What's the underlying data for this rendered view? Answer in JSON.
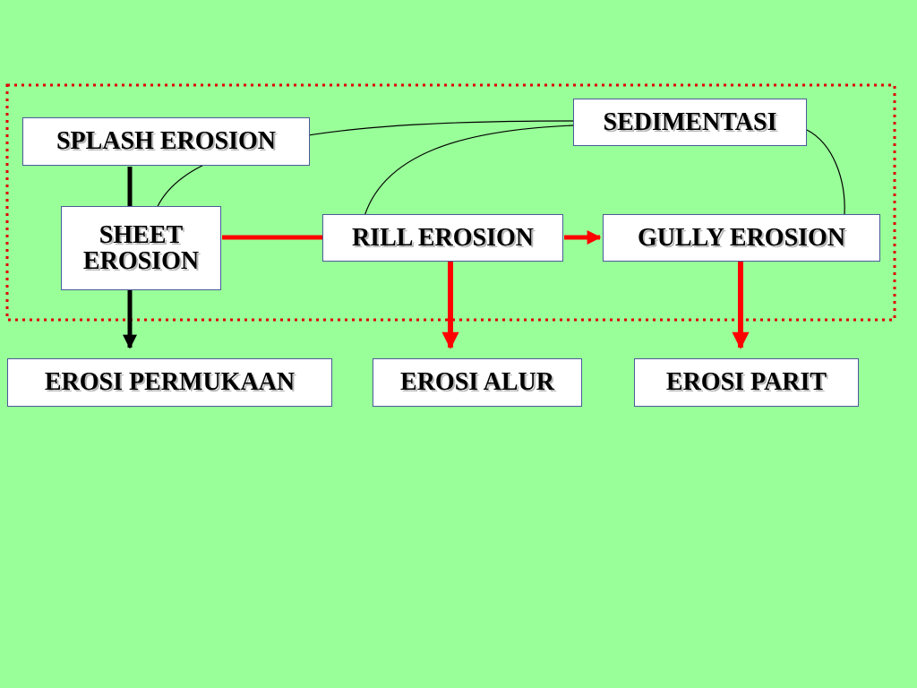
{
  "diagram": {
    "nodes": {
      "splash": "SPLASH EROSION",
      "sheet": "SHEET\nEROSION",
      "sedimentasi": "SEDIMENTASI",
      "rill": "RILL EROSION",
      "gully": "GULLY EROSION",
      "permukaan": "EROSI PERMUKAAN",
      "alur": "EROSI ALUR",
      "parit": "EROSI  PARIT"
    },
    "edges": [
      {
        "from": "splash",
        "to": "permukaan",
        "style": "black-arrow"
      },
      {
        "from": "sheet",
        "to": "rill",
        "style": "red-line"
      },
      {
        "from": "rill",
        "to": "gully",
        "style": "red-arrow"
      },
      {
        "from": "rill",
        "to": "alur",
        "style": "red-arrow"
      },
      {
        "from": "gully",
        "to": "parit",
        "style": "red-arrow"
      },
      {
        "from": "sheet",
        "to": "sedimentasi",
        "style": "thin-curve"
      },
      {
        "from": "rill",
        "to": "sedimentasi",
        "style": "thin-curve"
      },
      {
        "from": "gully",
        "to": "sedimentasi",
        "style": "thin-curve"
      }
    ]
  },
  "colors": {
    "background": "#99ff99",
    "box_fill": "#ffffff",
    "box_border": "#4a5a9a",
    "arrow_red": "#ff0000",
    "arrow_black": "#000000",
    "dotted_frame": "#e00000"
  }
}
